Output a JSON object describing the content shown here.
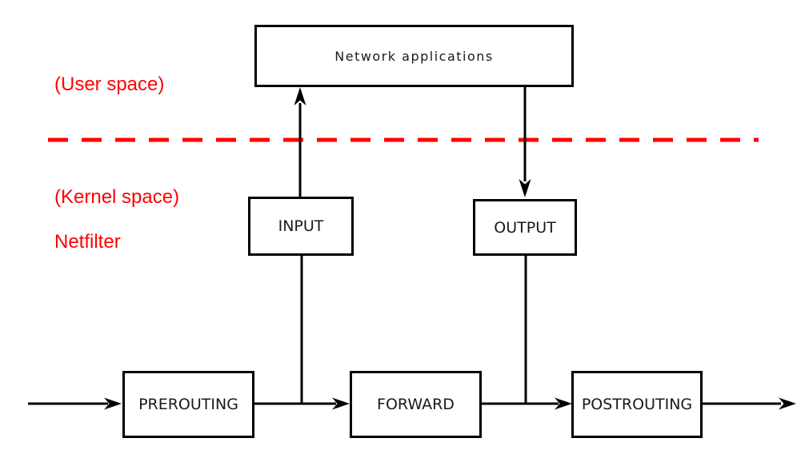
{
  "diagram": {
    "nodes": {
      "network_applications": "Network applications",
      "input": "INPUT",
      "output": "OUTPUT",
      "prerouting": "PREROUTING",
      "forward": "FORWARD",
      "postrouting": "POSTROUTING"
    },
    "annotations": {
      "user_space": "(User space)",
      "kernel_space": "(Kernel space)",
      "netfilter": "Netfilter"
    },
    "colors": {
      "annotation_red": "#ff0000",
      "line_black": "#000000",
      "background": "#ffffff"
    }
  }
}
